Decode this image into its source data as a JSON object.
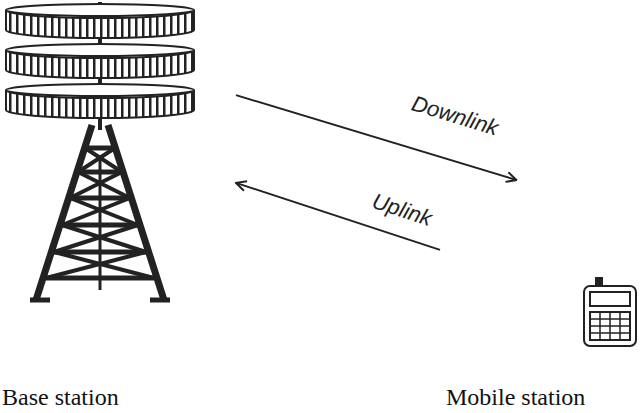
{
  "diagram": {
    "nodes": [
      {
        "text": [
          "Base station"
        ]
      },
      {
        "text": [
          "Mobile station"
        ]
      }
    ],
    "edges": [
      {
        "from": 0,
        "to": 1,
        "label": "Downlink",
        "arrow": "to"
      },
      {
        "from": 1,
        "to": 0,
        "label": "Uplink",
        "arrow": "to"
      }
    ]
  }
}
